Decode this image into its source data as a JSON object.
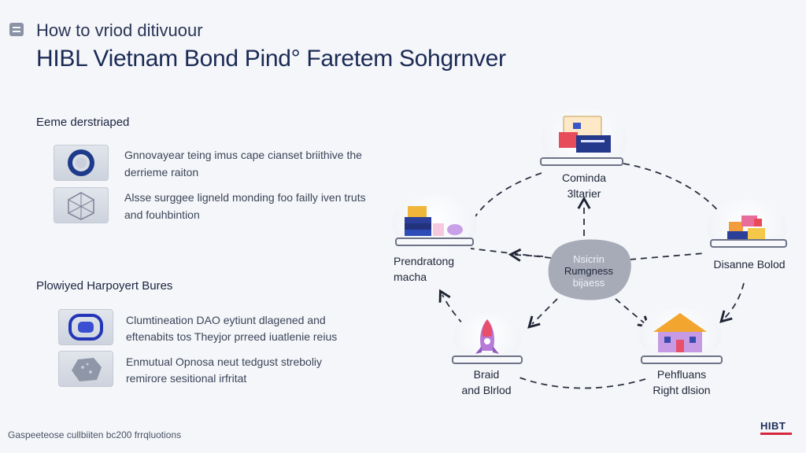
{
  "header": {
    "subtitle": "How to vriod ditivuour",
    "title": "HIBL Vietnam Bond Pind° Faretem Sohgrnver"
  },
  "sections": [
    {
      "heading": "Eeme derstriaped",
      "items": [
        {
          "icon": "ring-icon",
          "text_line1": "Gnnovayear teing imus cape cianset briithive the",
          "text_line2": "derrieme raiton"
        },
        {
          "icon": "cube-network-icon",
          "text_line1": "Alsse surggee ligneld monding foo failly iven truts",
          "text_line2": "and fouhbintion"
        }
      ]
    },
    {
      "heading": "Plowiyed Harpoyert Bures",
      "items": [
        {
          "icon": "chip-icon",
          "text_line1": "Clumtineation DAO eytiunt dlagened and",
          "text_line2": "eftenabits tos Theyjor prreed iuatlenie reius"
        },
        {
          "icon": "stone-icon",
          "text_line1": "Enmutual Opnosa neut tedgust streboliy",
          "text_line2": "remirore sesitional irfritat"
        }
      ]
    }
  ],
  "diagram": {
    "center": {
      "line1": "Nsicrin",
      "line2": "Rumgness",
      "line3": "bijaess"
    },
    "nodes": {
      "top": {
        "line1": "Cominda",
        "line2": "3ltarier",
        "icon": "documents-icon"
      },
      "left": {
        "line1": "Prendratong",
        "line2": "macha",
        "icon": "books-icon"
      },
      "right": {
        "line1": "Disanne Bolod",
        "icon": "gift-boxes-icon"
      },
      "bottom_left": {
        "line1": "Braid",
        "line2": "and Blrlod",
        "icon": "rocket-icon"
      },
      "bottom_right": {
        "line1": "Pehfluans",
        "line2": "Right dlsion",
        "icon": "house-icon"
      }
    }
  },
  "footer": {
    "text": "Gaspeeteose cullbiiten bc200 frrqluotions"
  },
  "logo": {
    "text": "HIBT"
  }
}
